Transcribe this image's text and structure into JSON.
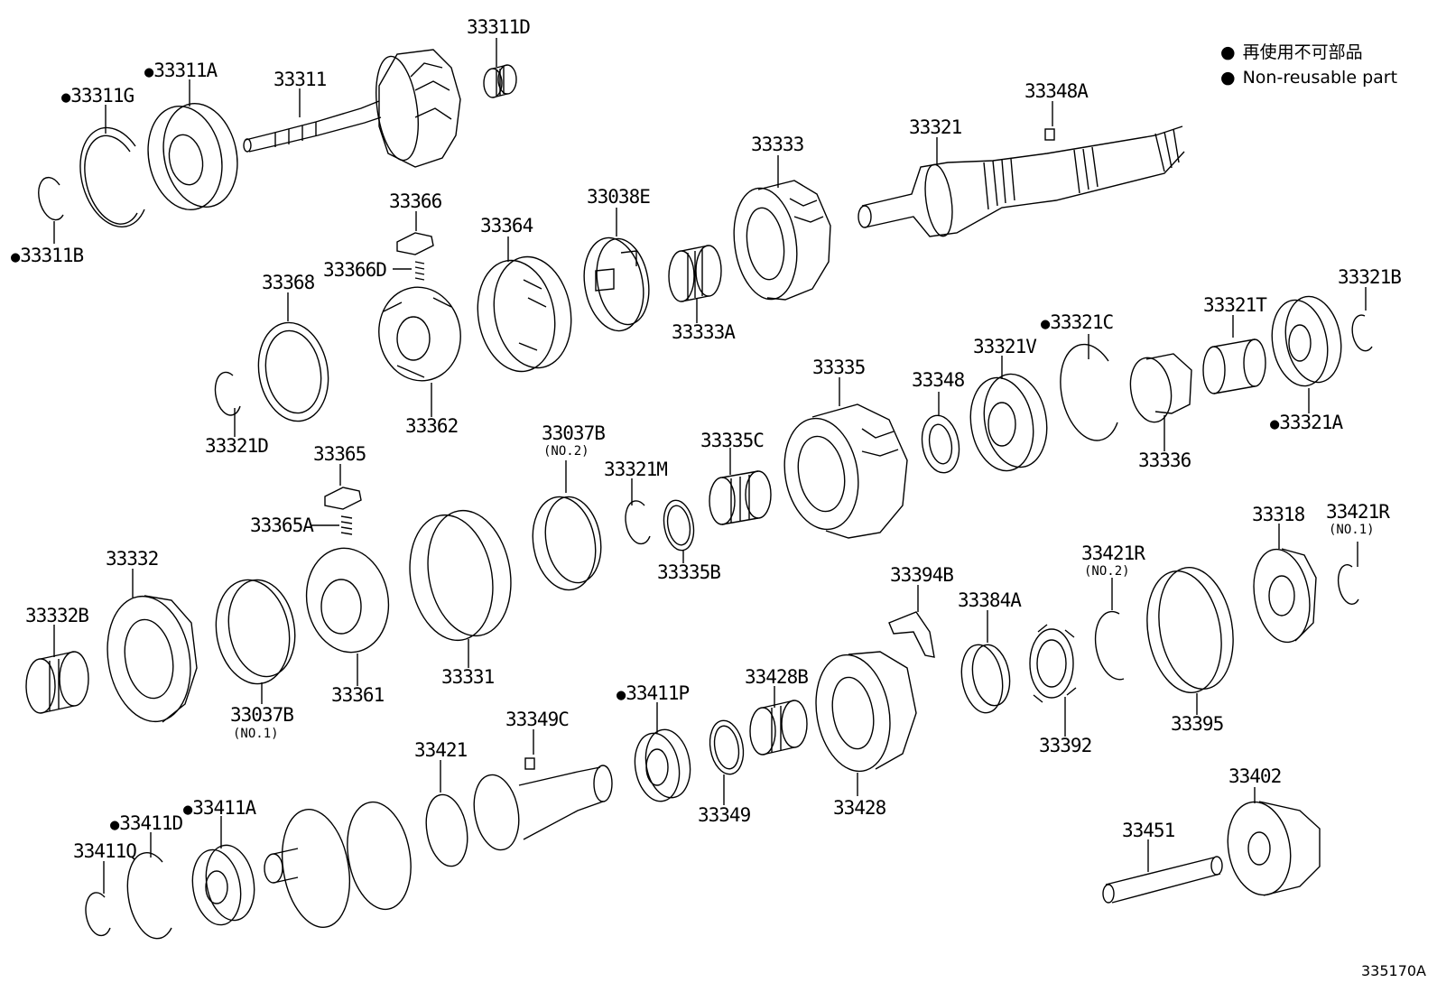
{
  "legend": {
    "ja": "再使用不可部品",
    "en": "Non-reusable part"
  },
  "figure_number": "335170A",
  "parts": [
    {
      "id": "p33311D",
      "text": "33311D",
      "nr": false
    },
    {
      "id": "p33311A",
      "text": "33311A",
      "nr": true
    },
    {
      "id": "p33311",
      "text": "33311",
      "nr": false
    },
    {
      "id": "p33311G",
      "text": "33311G",
      "nr": true
    },
    {
      "id": "p33311B",
      "text": "33311B",
      "nr": true
    },
    {
      "id": "p33348A",
      "text": "33348A",
      "nr": false
    },
    {
      "id": "p33321",
      "text": "33321",
      "nr": false
    },
    {
      "id": "p33333",
      "text": "33333",
      "nr": false
    },
    {
      "id": "p33038E",
      "text": "33038E",
      "nr": false
    },
    {
      "id": "p33364",
      "text": "33364",
      "nr": false
    },
    {
      "id": "p33366",
      "text": "33366",
      "nr": false
    },
    {
      "id": "p33366D",
      "text": "33366D",
      "nr": false
    },
    {
      "id": "p33368",
      "text": "33368",
      "nr": false
    },
    {
      "id": "p33333A",
      "text": "33333A",
      "nr": false
    },
    {
      "id": "p33321B",
      "text": "33321B",
      "nr": false
    },
    {
      "id": "p33321T",
      "text": "33321T",
      "nr": false
    },
    {
      "id": "p33321C",
      "text": "33321C",
      "nr": true
    },
    {
      "id": "p33321V",
      "text": "33321V",
      "nr": false
    },
    {
      "id": "p33335",
      "text": "33335",
      "nr": false
    },
    {
      "id": "p33348",
      "text": "33348",
      "nr": false
    },
    {
      "id": "p33362",
      "text": "33362",
      "nr": false
    },
    {
      "id": "p33321D",
      "text": "33321D",
      "nr": false
    },
    {
      "id": "p33321A",
      "text": "33321A",
      "nr": true
    },
    {
      "id": "p33336",
      "text": "33336",
      "nr": false
    },
    {
      "id": "p33365",
      "text": "33365",
      "nr": false
    },
    {
      "id": "p33037B_2",
      "text": "33037B",
      "nr": false,
      "sub": "(NO.2)"
    },
    {
      "id": "p33335C",
      "text": "33335C",
      "nr": false
    },
    {
      "id": "p33321M",
      "text": "33321M",
      "nr": false
    },
    {
      "id": "p33365A",
      "text": "33365A",
      "nr": false
    },
    {
      "id": "p33335B",
      "text": "33335B",
      "nr": false
    },
    {
      "id": "p33332",
      "text": "33332",
      "nr": false
    },
    {
      "id": "p33318",
      "text": "33318",
      "nr": false
    },
    {
      "id": "p33421R_1",
      "text": "33421R",
      "nr": false,
      "sub": "(NO.1)"
    },
    {
      "id": "p33421R_2",
      "text": "33421R",
      "nr": false,
      "sub": "(NO.2)"
    },
    {
      "id": "p33394B",
      "text": "33394B",
      "nr": false
    },
    {
      "id": "p33384A",
      "text": "33384A",
      "nr": false
    },
    {
      "id": "p33332B",
      "text": "33332B",
      "nr": false
    },
    {
      "id": "p33331",
      "text": "33331",
      "nr": false
    },
    {
      "id": "p33361",
      "text": "33361",
      "nr": false
    },
    {
      "id": "p33037B_1",
      "text": "33037B",
      "nr": false,
      "sub": "(NO.1)"
    },
    {
      "id": "p33411P",
      "text": "33411P",
      "nr": true
    },
    {
      "id": "p33428B",
      "text": "33428B",
      "nr": false
    },
    {
      "id": "p33349C",
      "text": "33349C",
      "nr": false
    },
    {
      "id": "p33395",
      "text": "33395",
      "nr": false
    },
    {
      "id": "p33392",
      "text": "33392",
      "nr": false
    },
    {
      "id": "p33421",
      "text": "33421",
      "nr": false
    },
    {
      "id": "p33349",
      "text": "33349",
      "nr": false
    },
    {
      "id": "p33428",
      "text": "33428",
      "nr": false
    },
    {
      "id": "p33402",
      "text": "33402",
      "nr": false
    },
    {
      "id": "p33411A",
      "text": "33411A",
      "nr": true
    },
    {
      "id": "p33411D",
      "text": "33411D",
      "nr": true
    },
    {
      "id": "p33451",
      "text": "33451",
      "nr": false
    },
    {
      "id": "p33411Q",
      "text": "33411Q",
      "nr": false
    }
  ]
}
